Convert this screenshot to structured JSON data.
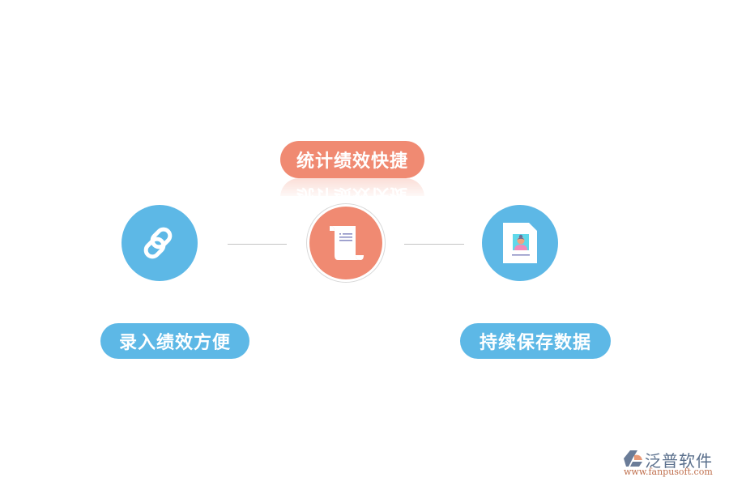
{
  "diagram": {
    "top": {
      "label": "统计绩效快捷",
      "icon": "scroll-document-icon",
      "color": "#f08a72"
    },
    "left": {
      "label": "录入绩效方便",
      "icon": "chain-link-icon",
      "color": "#5db8e6"
    },
    "right": {
      "label": "持续保存数据",
      "icon": "profile-document-icon",
      "color": "#5db8e6"
    },
    "connectors": [
      "left-to-center",
      "center-to-right"
    ]
  },
  "logo": {
    "name": "泛普软件",
    "url": "www.fanpusoft.com"
  }
}
